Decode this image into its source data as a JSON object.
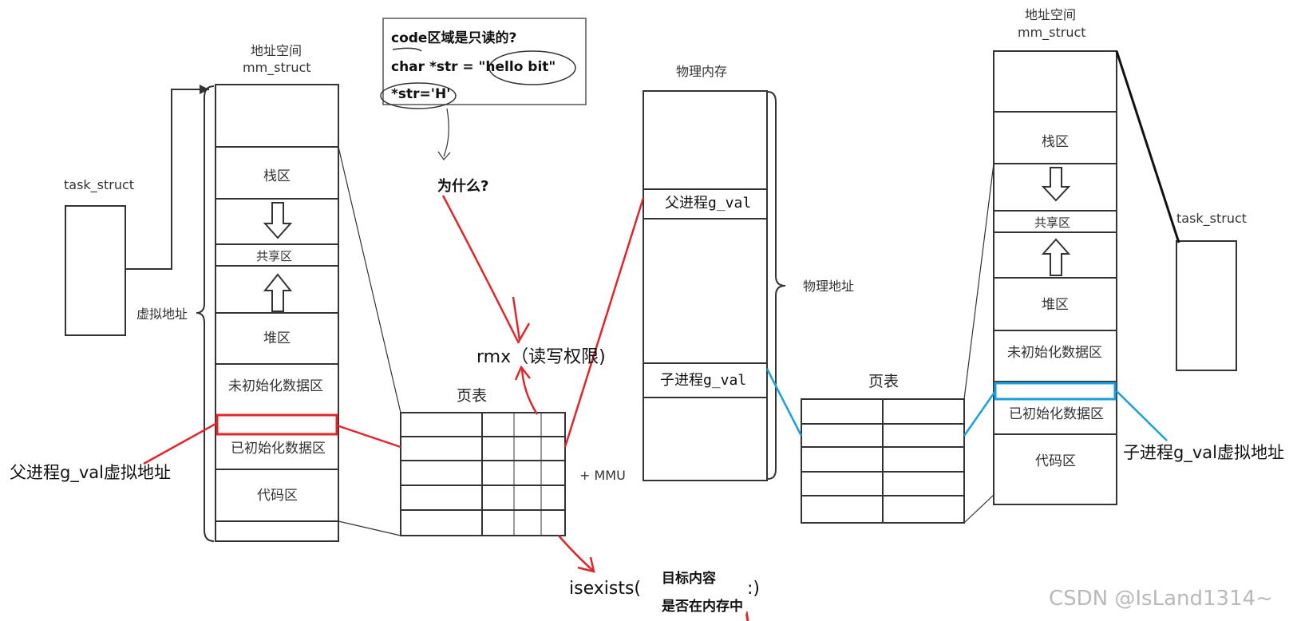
{
  "left_space": {
    "title_line1": "地址空间",
    "title_line2": "mm_struct",
    "regions": [
      "栈区",
      "共享区",
      "堆区",
      "未初始化数据区",
      "已初始化数据区",
      "代码区"
    ],
    "brace_label": "虚拟地址"
  },
  "right_space": {
    "title_line1": "地址空间",
    "title_line2": "mm_struct",
    "regions": [
      "栈区",
      "共享区",
      "堆区",
      "未初始化数据区",
      "已初始化数据区",
      "代码区"
    ]
  },
  "left_task": {
    "label": "task_struct"
  },
  "right_task": {
    "label": "task_struct"
  },
  "physical_memory": {
    "title": "物理内存",
    "parent_cell": "父进程g_val",
    "child_cell": "子进程g_val",
    "brace_label": "物理地址"
  },
  "left_page_table": {
    "title": "页表",
    "mmu": "+ MMU"
  },
  "right_page_table": {
    "title": "页表"
  },
  "note_box": {
    "line1": "code区域是只读的?",
    "line2": "char *str = \"hello bit\"",
    "line3": "*str='H'"
  },
  "why_text": "为什么?",
  "rwx_text": "rmx（读写权限)",
  "isexists_prefix": "isexists(",
  "isexists_suffix": ":)",
  "target_line1": "目标内容",
  "target_line2": "是否在内存中",
  "parent_label": "父进程g_val虚拟地址",
  "child_label": "子进程g_val虚拟地址",
  "watermark": "CSDN @IsLand1314~",
  "colors": {
    "red": "#e0262a",
    "blue": "#1aa0dc",
    "line": "#333333"
  }
}
